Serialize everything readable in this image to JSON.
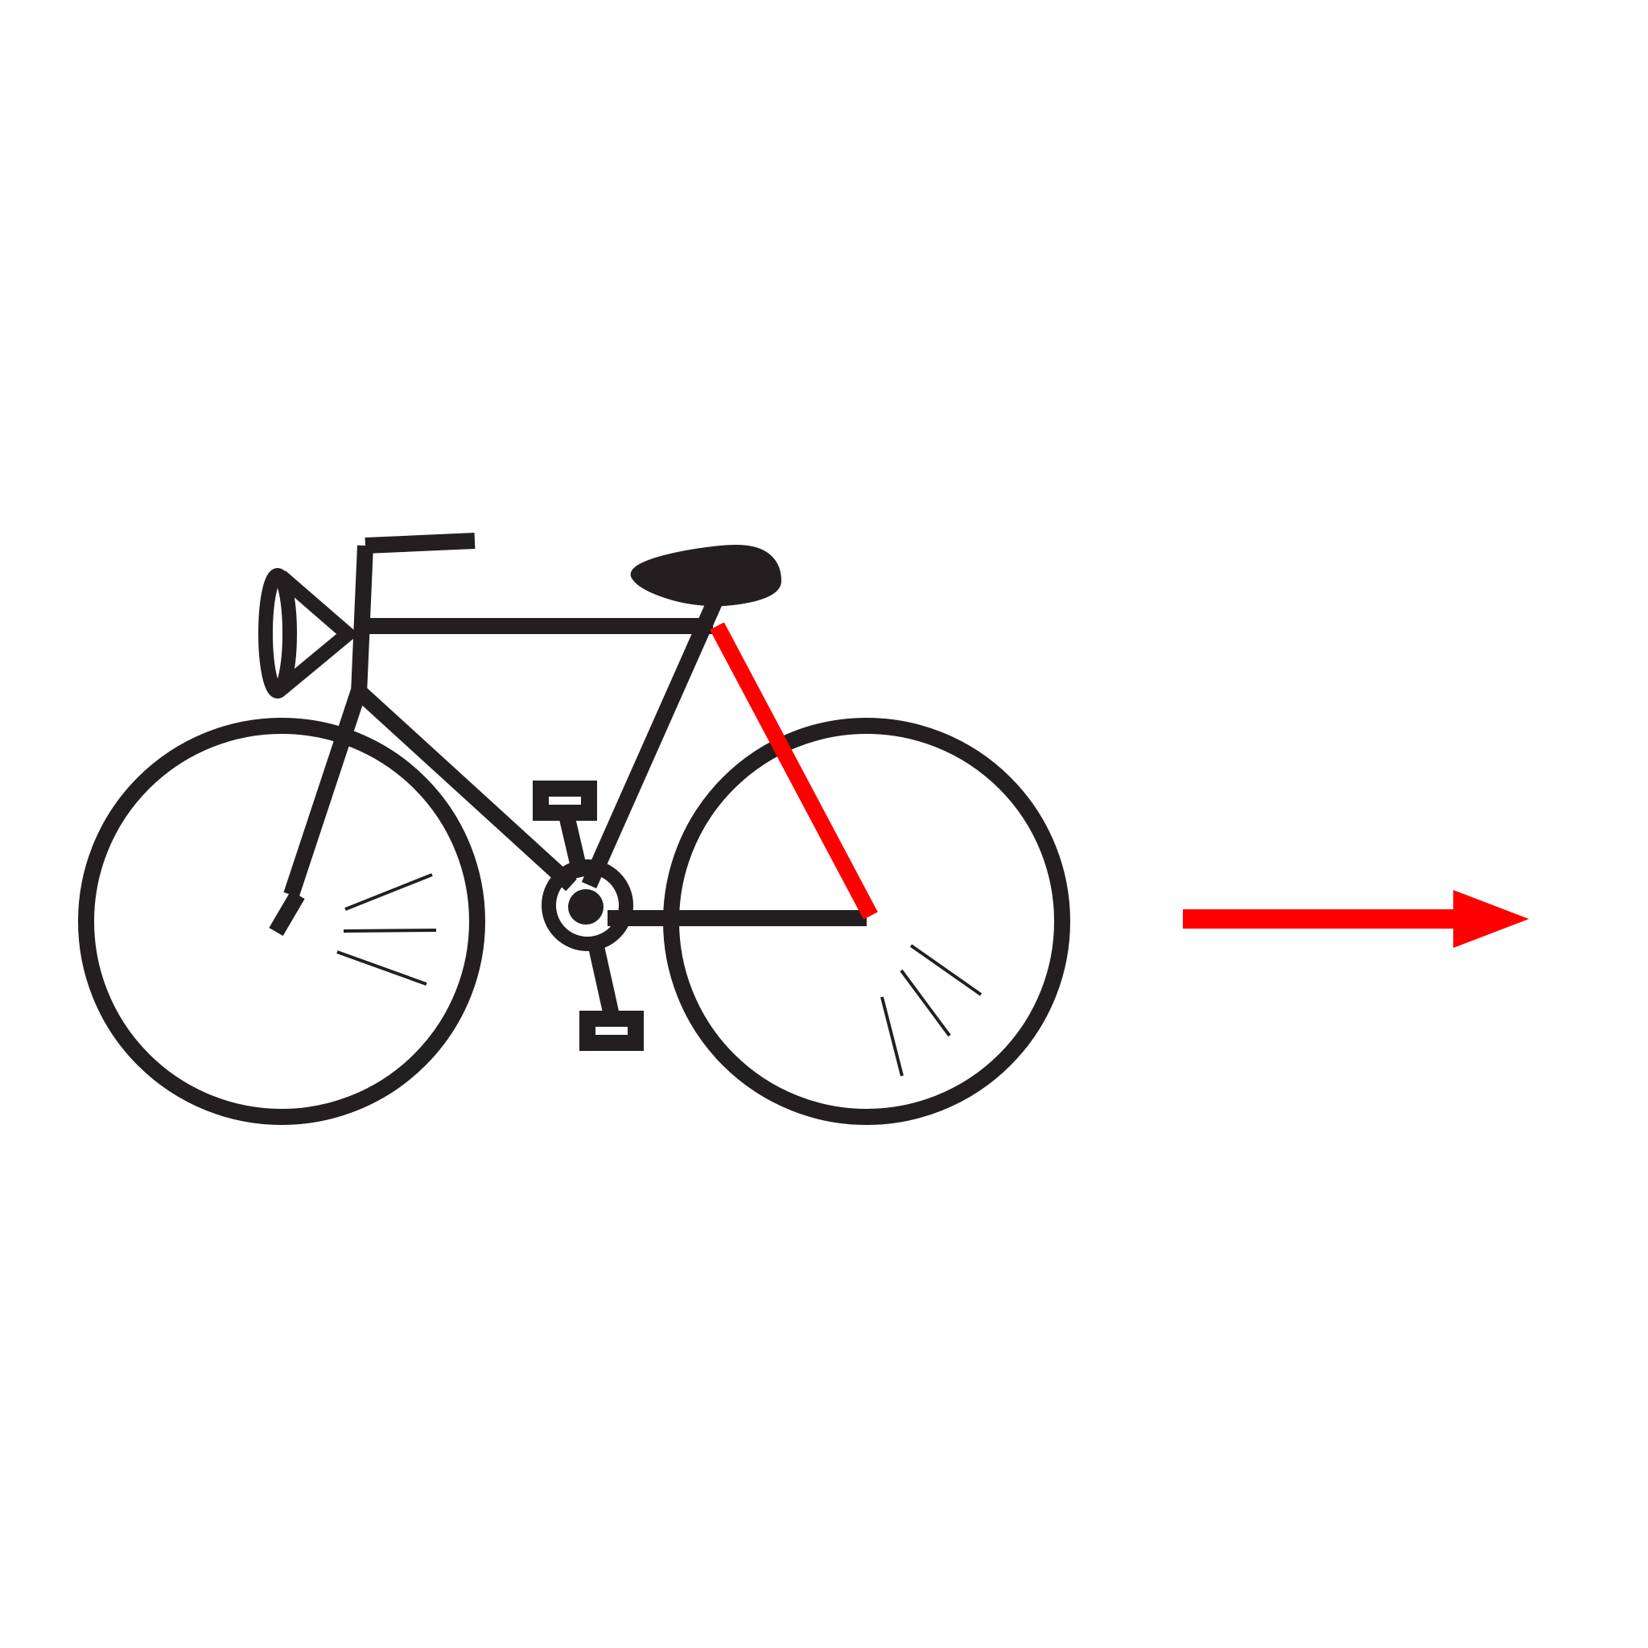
{
  "diagram": {
    "subject": "bicycle",
    "motion_direction": "right",
    "colors": {
      "background": "#ffffff",
      "frame": "#231f20",
      "highlight": "#ff0000"
    },
    "highlighted_part": "seat-stay",
    "icons": [
      "bicycle-icon",
      "arrow-right-icon"
    ]
  }
}
